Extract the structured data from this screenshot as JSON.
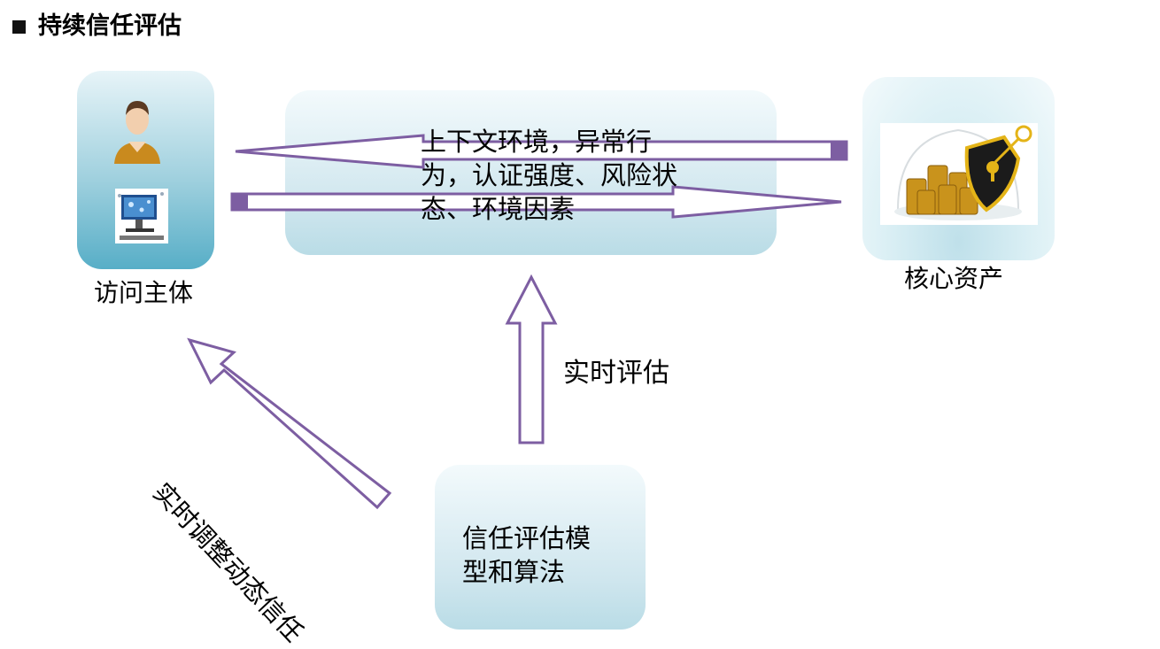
{
  "title": "持续信任评估",
  "subject": {
    "label": "访问主体",
    "icons": [
      "person-icon",
      "computer-icon"
    ]
  },
  "context": {
    "text": "上下文环境，异常行为，认证强度、风险状态、环境因素"
  },
  "asset": {
    "label": "核心资产",
    "icon": "gold-coins-shield-icon"
  },
  "realtime": {
    "label": "实时评估"
  },
  "adjust": {
    "label": "实时调整动态信任"
  },
  "model": {
    "text": "信任评估模型和算法"
  },
  "colors": {
    "arrow_stroke": "#7d5ea2",
    "box_light": "#dcf0f5",
    "box_blue": "#57aec7"
  }
}
